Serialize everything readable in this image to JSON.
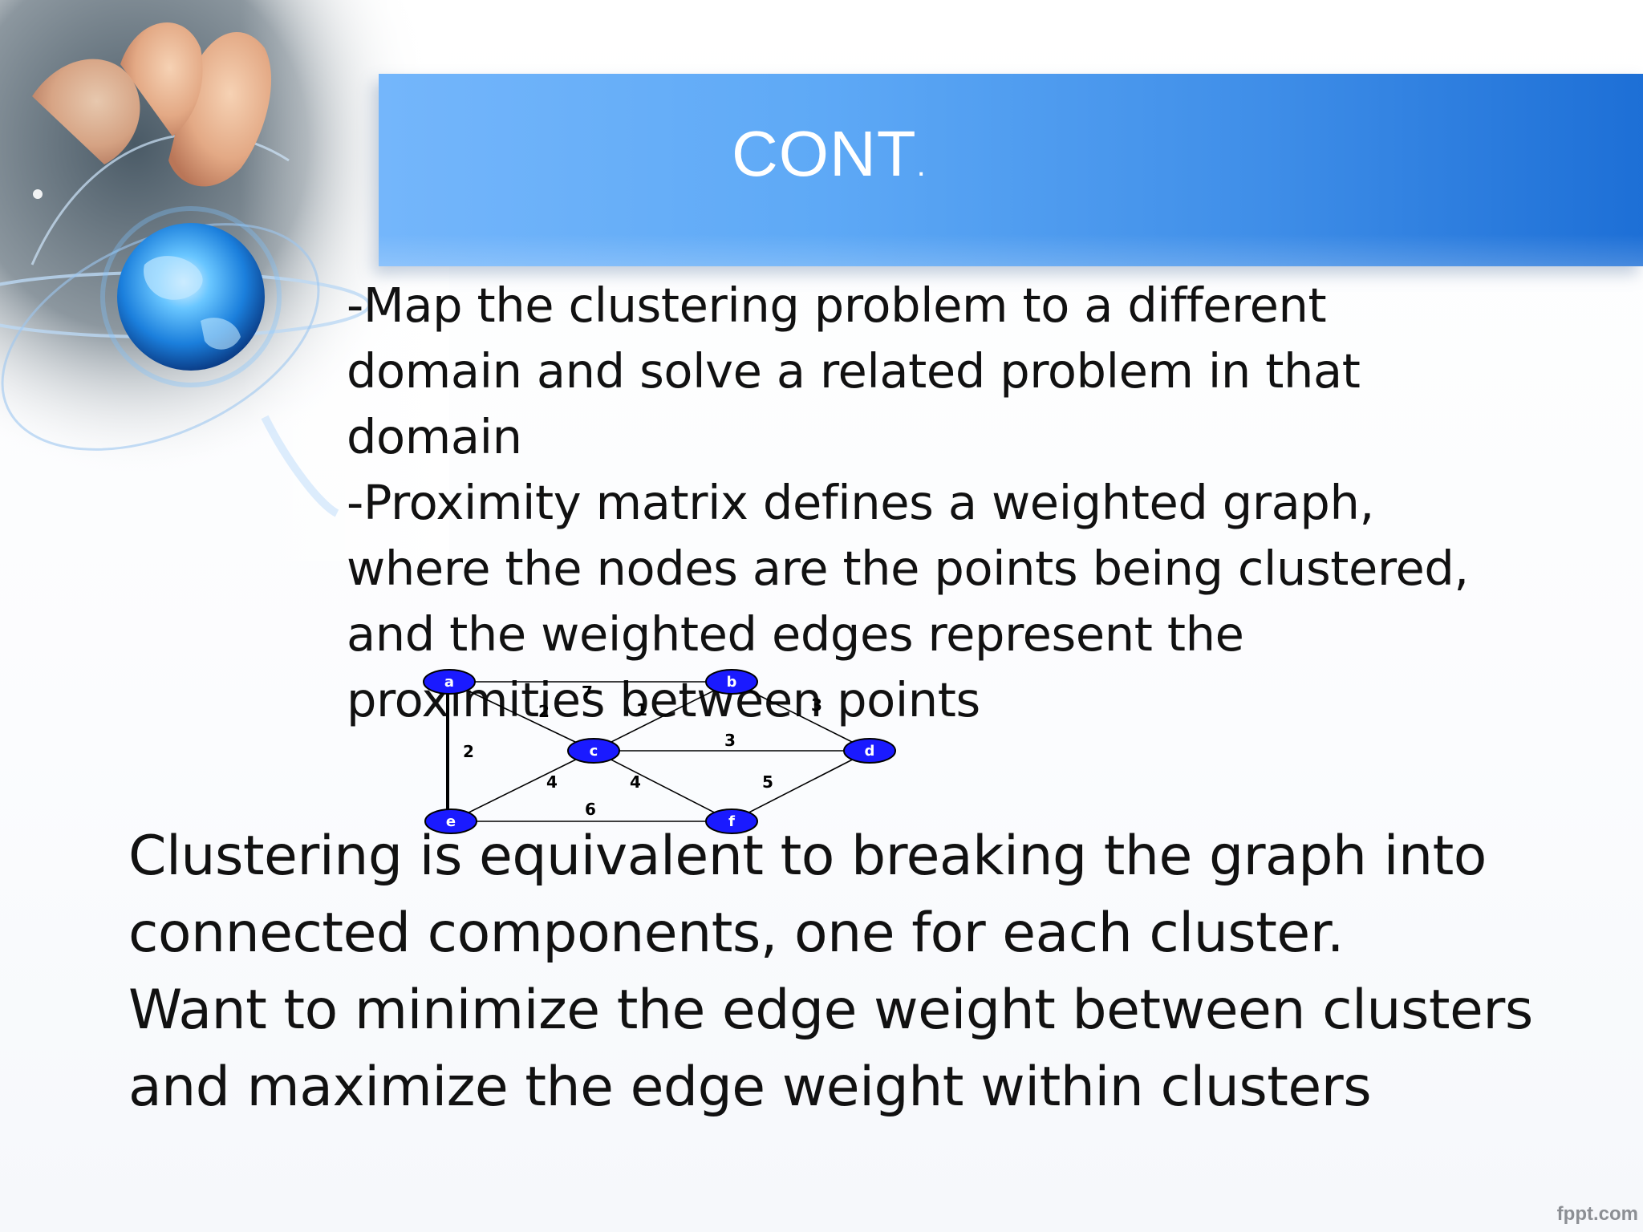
{
  "slide": {
    "title": "CONT",
    "title_suffix": ".",
    "bullets": [
      "-Map the clustering problem to a different domain and solve a related problem in that domain",
      "-Proximity matrix defines a weighted graph, where the nodes are the points being clustered, and the weighted edges represent the proximities between points"
    ],
    "conclusion": [
      "Clustering is equivalent to breaking the graph into connected components, one for each cluster.",
      "Want to minimize the edge weight between clusters and maximize the edge weight within clusters"
    ],
    "watermark": "fppt.com"
  },
  "graph": {
    "node_color": "#1a1aff",
    "node_outline": "#000000",
    "nodes": [
      "a",
      "b",
      "c",
      "d",
      "e",
      "f"
    ],
    "edges": [
      {
        "from": "a",
        "to": "b",
        "weight": "7"
      },
      {
        "from": "a",
        "to": "c",
        "weight": "2"
      },
      {
        "from": "a",
        "to": "e",
        "weight": "2"
      },
      {
        "from": "c",
        "to": "b",
        "weight": "1"
      },
      {
        "from": "b",
        "to": "d",
        "weight": "3"
      },
      {
        "from": "c",
        "to": "d",
        "weight": "3"
      },
      {
        "from": "c",
        "to": "e",
        "weight": "4"
      },
      {
        "from": "c",
        "to": "f",
        "weight": "4"
      },
      {
        "from": "e",
        "to": "f",
        "weight": "6"
      },
      {
        "from": "f",
        "to": "d",
        "weight": "5"
      }
    ]
  }
}
